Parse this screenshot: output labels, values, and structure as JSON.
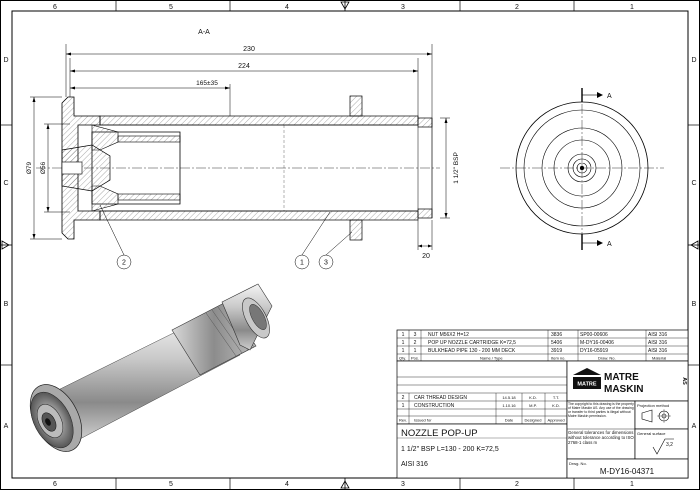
{
  "frame": {
    "cols_top": [
      "6",
      "5",
      "4",
      "3",
      "2",
      "1"
    ],
    "cols_bottom": [
      "6",
      "5",
      "4",
      "3",
      "2",
      "1"
    ],
    "rows_left": [
      "D",
      "C",
      "B",
      "A"
    ],
    "rows_right": [
      "D",
      "C",
      "B",
      "A"
    ]
  },
  "section": {
    "label": "A-A",
    "dim_230": "230",
    "dim_224": "224",
    "dim_165": "165±35",
    "dim_d79": "Ø79",
    "dim_d56": "Ø56",
    "thread": "1 1/2\" BSP",
    "dim_20": "20",
    "balloons": [
      "2",
      "1",
      "3"
    ]
  },
  "endview": {
    "cut_a": "A"
  },
  "bom": {
    "rows": [
      {
        "no": "1",
        "qty": "3",
        "name": "NUT M56X2 H=12",
        "item": "3836",
        "drawing": "SP00-00606",
        "material": "AISI 316"
      },
      {
        "no": "1",
        "qty": "2",
        "name": "POP UP NOZZLE CARTRIDGE K=72,5",
        "item": "5406",
        "drawing": "M-DY16-00406",
        "material": "AISI 316"
      },
      {
        "no": "1",
        "qty": "1",
        "name": "BULKHEAD PIPE 130 - 200 MM DECK",
        "item": "3919",
        "drawing": "DY16-05919",
        "material": "AISI 316"
      }
    ],
    "headers": {
      "qty": "Qty.",
      "pos": "Pos.",
      "name": "Name / Type",
      "item": "Item no.",
      "drawing": "Draw. No.",
      "material": "Material"
    }
  },
  "revisions": {
    "rows": [
      {
        "rev": "2",
        "text": "CAR THREAD DESIGN",
        "date": "14.5.18",
        "by": "K.D.",
        "app": "T.T."
      },
      {
        "rev": "1",
        "text": "CONSTRUCTION",
        "date": "1.10.16",
        "by": "M.P.",
        "app": "K.D."
      }
    ],
    "headers": {
      "rev": "Rev.",
      "text": "Issued for",
      "date": "Date",
      "by": "Designed",
      "app": "Approved"
    }
  },
  "company": {
    "logo_text": "MATRE",
    "name_line1": "MATRE",
    "name_line2": "MASKIN",
    "suffix": "AS"
  },
  "title_block": {
    "title": "NOZZLE POP-UP",
    "subtitle": "1 1/2\" BSP  L=130 - 200  K=72,5",
    "material": "AISI 316",
    "copyright": "The copyright to this drawing is the property of Matre Maskin AS. Any use of the drawing or transfer to third parties is illegal without Matre Maskin permission.",
    "projection_label": "Projection method",
    "tolerance_text": "General tolerances for dimensions without tolerance according to ISO 2768-1 class m",
    "surface_label": "General surface",
    "surface_value": "3,2",
    "drawing_no_label": "Drwg. No.",
    "drawing_no": "M-DY16-04371"
  }
}
